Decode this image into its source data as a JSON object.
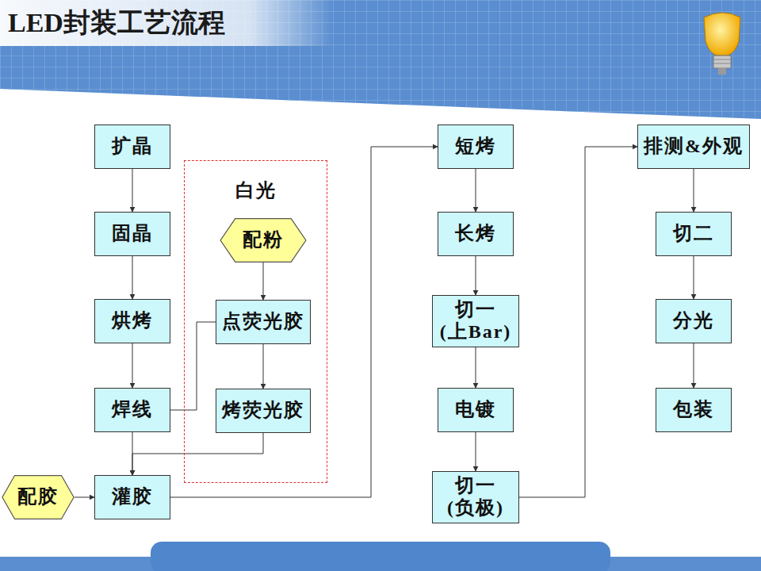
{
  "diagram": {
    "title": "LED封装工艺流程",
    "nodes": [
      {
        "text": [
          "扩晶"
        ]
      },
      {
        "text": [
          "固晶"
        ]
      },
      {
        "text": [
          "烘烤"
        ]
      },
      {
        "text": [
          "焊线"
        ]
      },
      {
        "text": [
          "白光"
        ]
      },
      {
        "text": [
          "配粉"
        ],
        "in": 4
      },
      {
        "text": [
          "点荧光胶"
        ],
        "in": 4
      },
      {
        "text": [
          "烤荧光胶"
        ],
        "in": 4
      },
      {
        "text": [
          "配胶"
        ]
      },
      {
        "text": [
          "灌胶"
        ]
      },
      {
        "text": [
          "短烤"
        ]
      },
      {
        "text": [
          "长烤"
        ]
      },
      {
        "text": [
          "切一 (上Bar)"
        ]
      },
      {
        "text": [
          "电镀"
        ]
      },
      {
        "text": [
          "切一 (负极)"
        ]
      },
      {
        "text": [
          "排测&外观"
        ]
      },
      {
        "text": [
          "切二"
        ]
      },
      {
        "text": [
          "分光"
        ]
      },
      {
        "text": [
          "包装"
        ]
      }
    ],
    "edges": [
      {
        "from": 0,
        "to": 1,
        "arrow": "to"
      },
      {
        "from": 1,
        "to": 2,
        "arrow": "to"
      },
      {
        "from": 2,
        "to": 3,
        "arrow": "to"
      },
      {
        "from": 3,
        "to": 9,
        "arrow": "to"
      },
      {
        "from": 3,
        "to": 6,
        "arrow": "none"
      },
      {
        "from": 5,
        "to": 6,
        "arrow": "to"
      },
      {
        "from": 6,
        "to": 7,
        "arrow": "to"
      },
      {
        "from": 7,
        "to": 9,
        "arrow": "to"
      },
      {
        "from": 8,
        "to": 9,
        "arrow": "to"
      },
      {
        "from": 9,
        "to": 10,
        "arrow": "to"
      },
      {
        "from": 10,
        "to": 11,
        "arrow": "to"
      },
      {
        "from": 11,
        "to": 12,
        "arrow": "to"
      },
      {
        "from": 12,
        "to": 13,
        "arrow": "to"
      },
      {
        "from": 13,
        "to": 14,
        "arrow": "to"
      },
      {
        "from": 14,
        "to": 15,
        "arrow": "to"
      },
      {
        "from": 15,
        "to": 16,
        "arrow": "to"
      },
      {
        "from": 16,
        "to": 17,
        "arrow": "to"
      },
      {
        "from": 17,
        "to": 18,
        "arrow": "to"
      }
    ]
  }
}
